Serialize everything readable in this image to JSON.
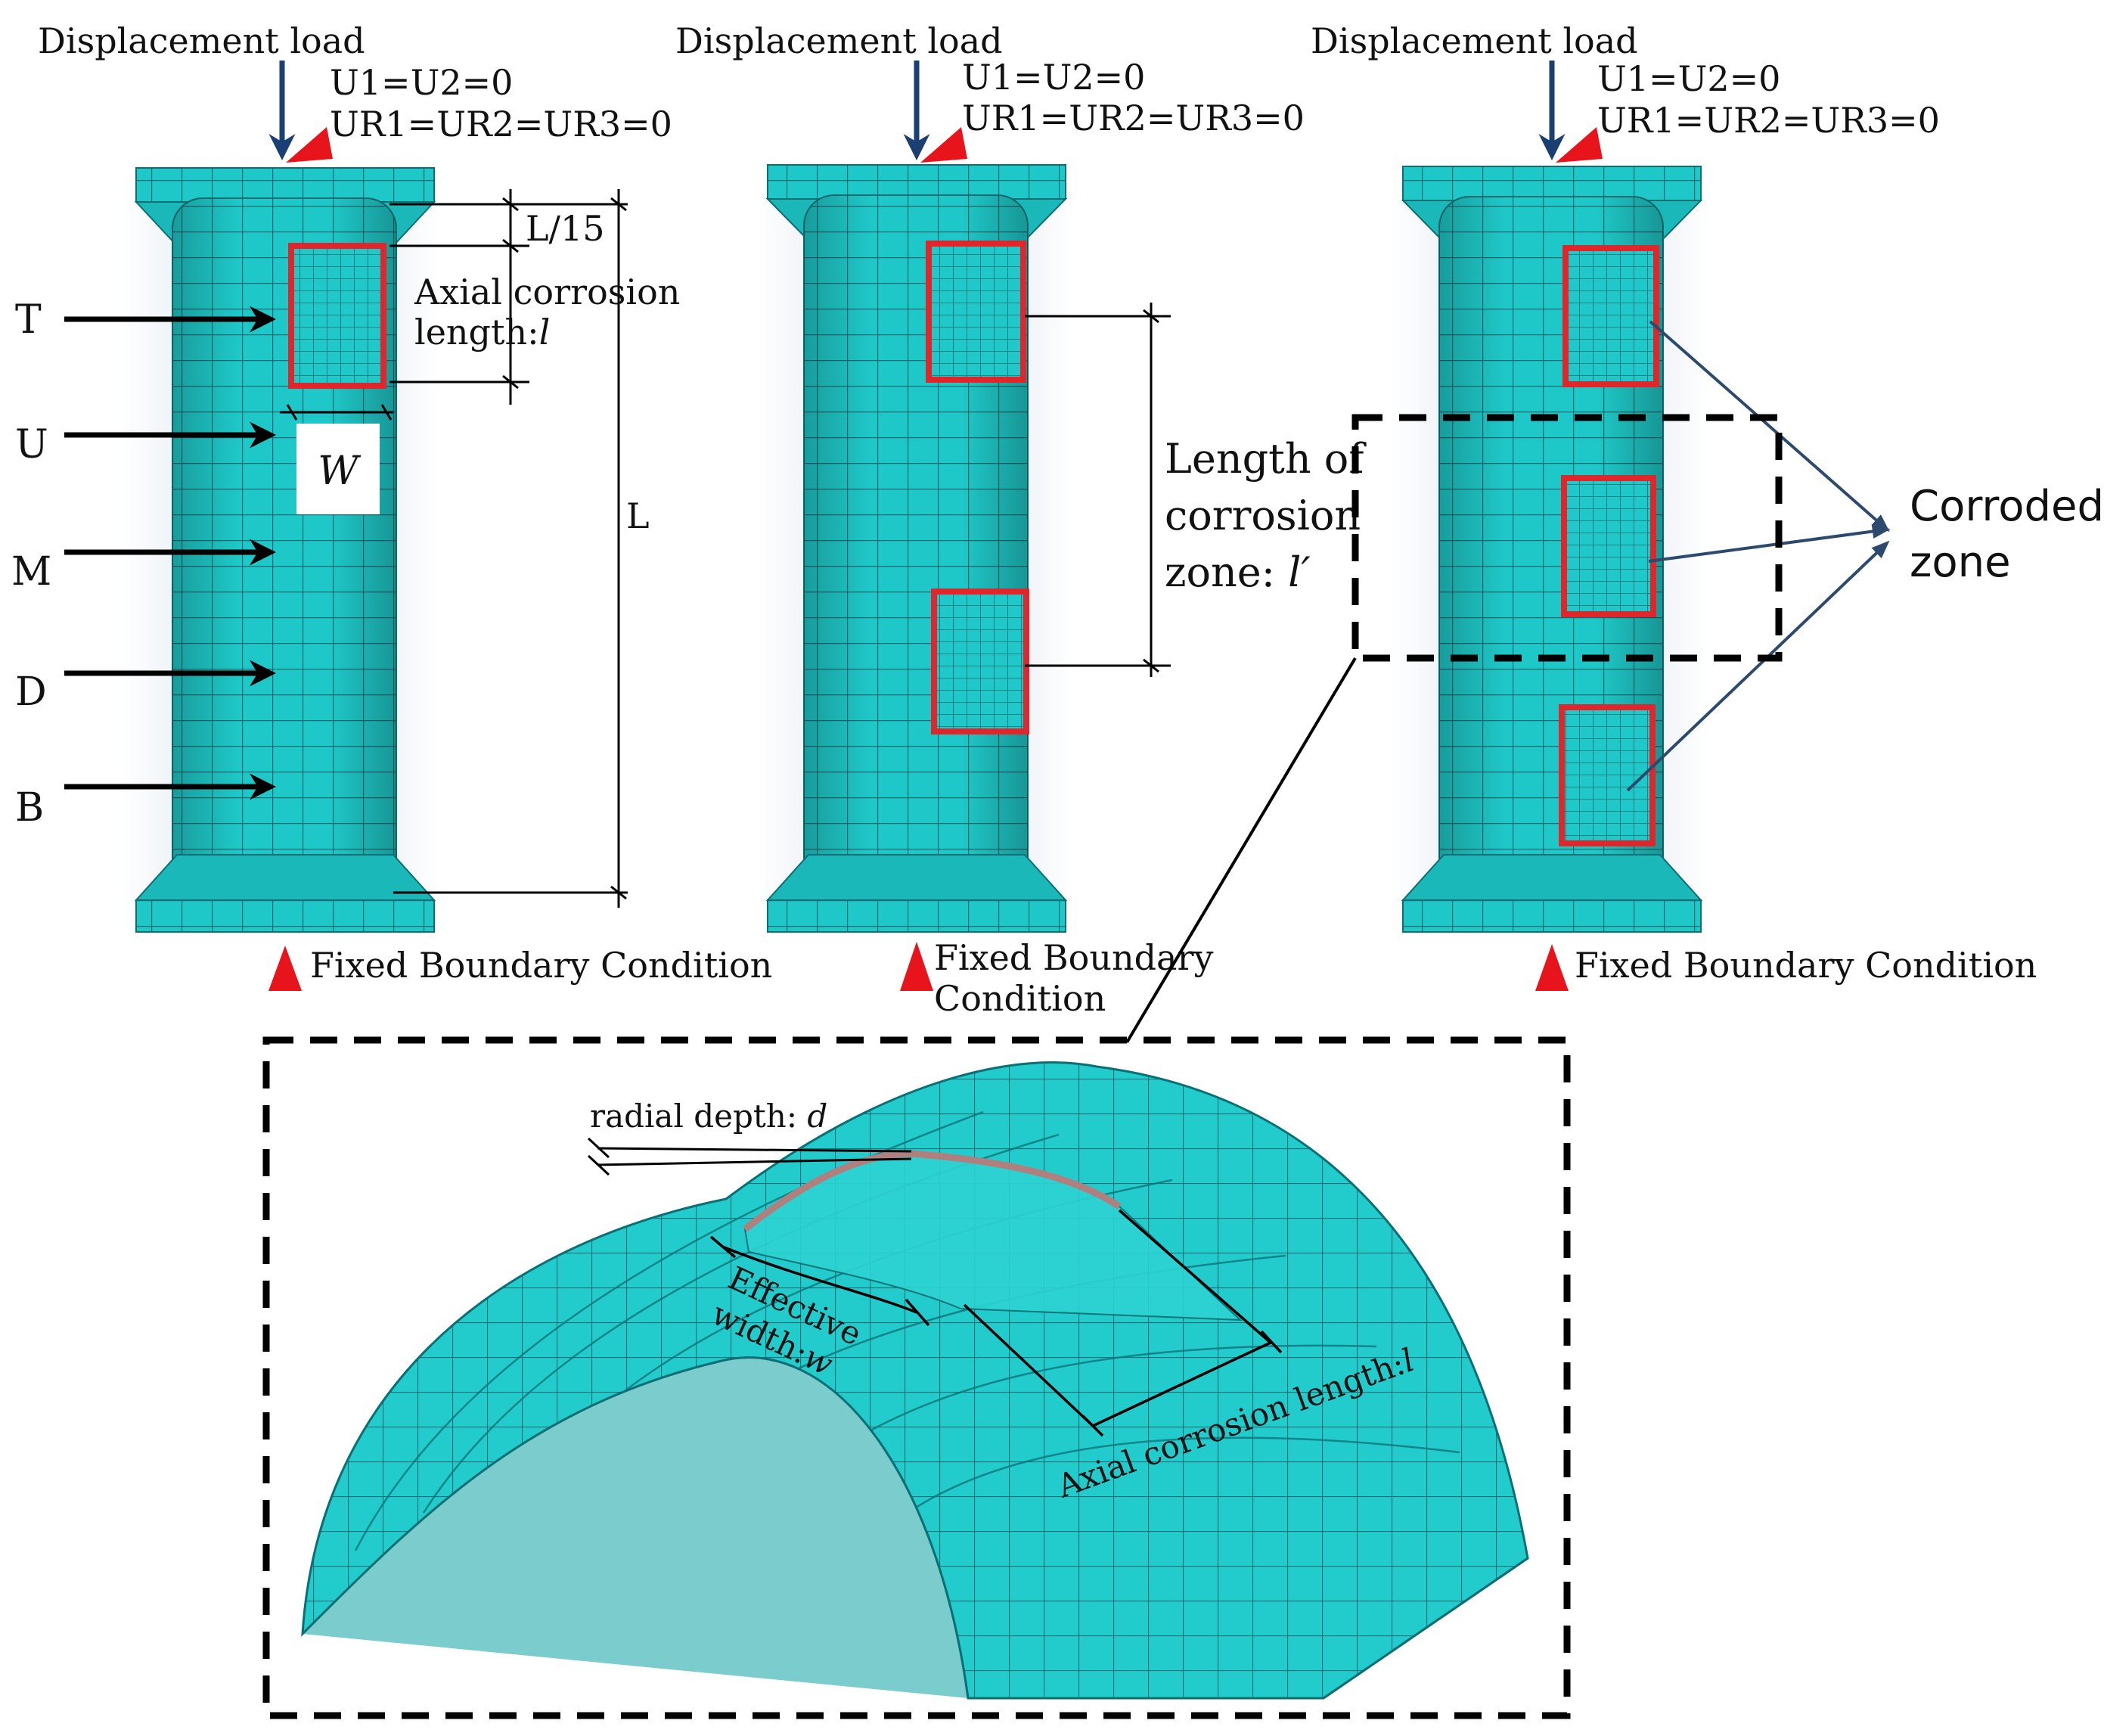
{
  "colors": {
    "mesh_fill": "#1fc8c8",
    "mesh_fill_dark": "#14a9aa",
    "mesh_line": "#0b6f73",
    "corrosion_box": "#e0262b",
    "load_arrow": "#1a3f73",
    "boundary_marker": "#e8141b",
    "pointer_arrow": "#2b4a6e"
  },
  "columns": [
    {
      "title": "Displacement load",
      "constraint_line1": "U1=U2=0",
      "constraint_line2": "UR1=UR2=UR3=0",
      "boundary_label": "Fixed Boundary Condition"
    },
    {
      "title": "Displacement load",
      "constraint_line1": "U1=U2=0",
      "constraint_line2": "UR1=UR2=UR3=0",
      "boundary_label_line1": "Fixed Boundary",
      "boundary_label_line2": "Condition"
    },
    {
      "title": "Displacement load",
      "constraint_line1": "U1=U2=0",
      "constraint_line2": "UR1=UR2=UR3=0",
      "boundary_label": "Fixed Boundary Condition"
    }
  ],
  "positions": [
    "T",
    "U",
    "M",
    "D",
    "B"
  ],
  "dimensions": {
    "top_offset": "L/15",
    "axial_line1": "Axial corrosion",
    "axial_line2": "length:",
    "axial_symbol": "l",
    "width_symbol": "W",
    "total_length": "L"
  },
  "zone_length": {
    "line1": "Length of",
    "line2": "corrosion",
    "line3": "zone:",
    "symbol": "l′"
  },
  "corroded": {
    "line1": "Corroded",
    "line2": "zone"
  },
  "detail": {
    "radial": "radial depth:",
    "radial_symbol": "d",
    "eff_line1": "Effective",
    "eff_line2": "width:",
    "eff_symbol": "w",
    "axial": "Axial corrosion length:",
    "axial_symbol": "l"
  }
}
